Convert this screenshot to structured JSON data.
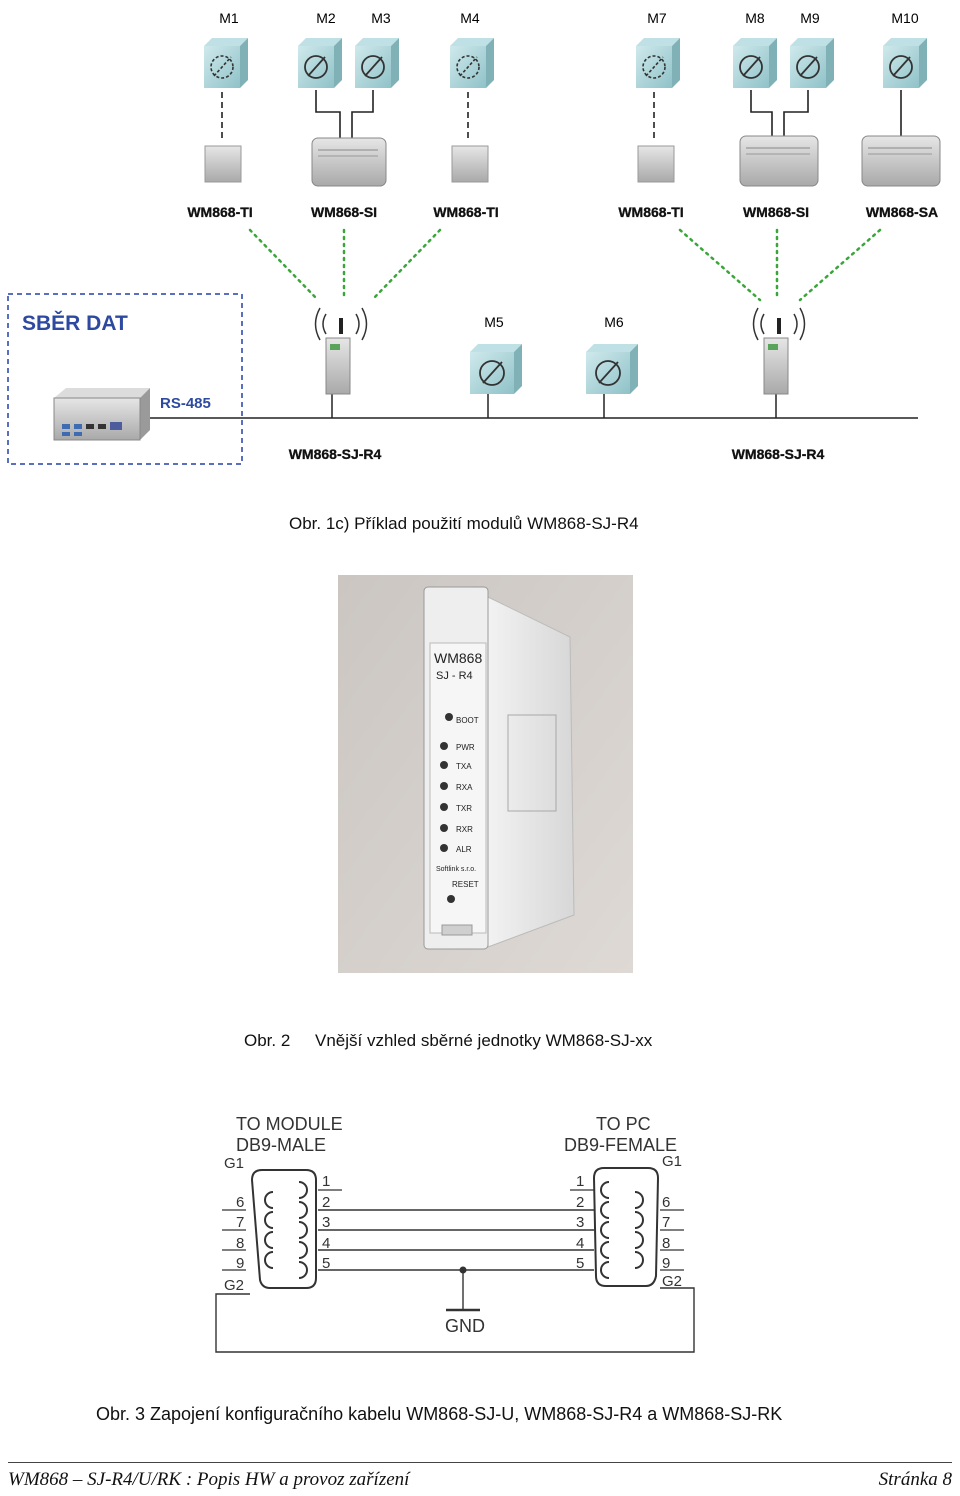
{
  "figure1": {
    "meters_top": [
      "M1",
      "M2",
      "M3",
      "M4",
      "M7",
      "M8",
      "M9",
      "M10"
    ],
    "meters_bus": [
      "M5",
      "M6"
    ],
    "modules_left": [
      "WM868-TI",
      "WM868-SI",
      "WM868-TI"
    ],
    "modules_right": [
      "WM868-TI",
      "WM868-SI",
      "WM868-SA"
    ],
    "data_box_label": "SBĚR DAT",
    "bus_label": "RS-485",
    "gateway_left": "WM868-SJ-R4",
    "gateway_right": "WM868-SJ-R4",
    "caption": "Obr. 1c) Příklad použití modulů WM868-SJ-R4"
  },
  "figure2": {
    "device_title": "WM868",
    "device_subtitle": "SJ - R4",
    "leds": [
      "BOOT",
      "PWR",
      "TXA",
      "RXA",
      "TXR",
      "RXR",
      "ALR"
    ],
    "brand": "Softlink s.r.o.",
    "reset": "RESET",
    "caption_num": "Obr. 2",
    "caption_text": "Vnější vzhled sběrné jednotky WM868-SJ-xx"
  },
  "figure3": {
    "left_title1": "TO MODULE",
    "left_title2": "DB9-MALE",
    "right_title1": "TO PC",
    "right_title2": "DB9-FEMALE",
    "g1": "G1",
    "g2": "G2",
    "pins_inner": [
      "1",
      "2",
      "3",
      "4",
      "5"
    ],
    "pins_outer": [
      "6",
      "7",
      "8",
      "9"
    ],
    "gnd": "GND",
    "caption": "Obr. 3  Zapojení konfiguračního kabelu WM868-SJ-U, WM868-SJ-R4 a WM868-SJ-RK"
  },
  "footer": {
    "left": "WM868 – SJ-R4/U/RK : Popis HW a provoz zařízení",
    "right": "Stránka 8"
  }
}
